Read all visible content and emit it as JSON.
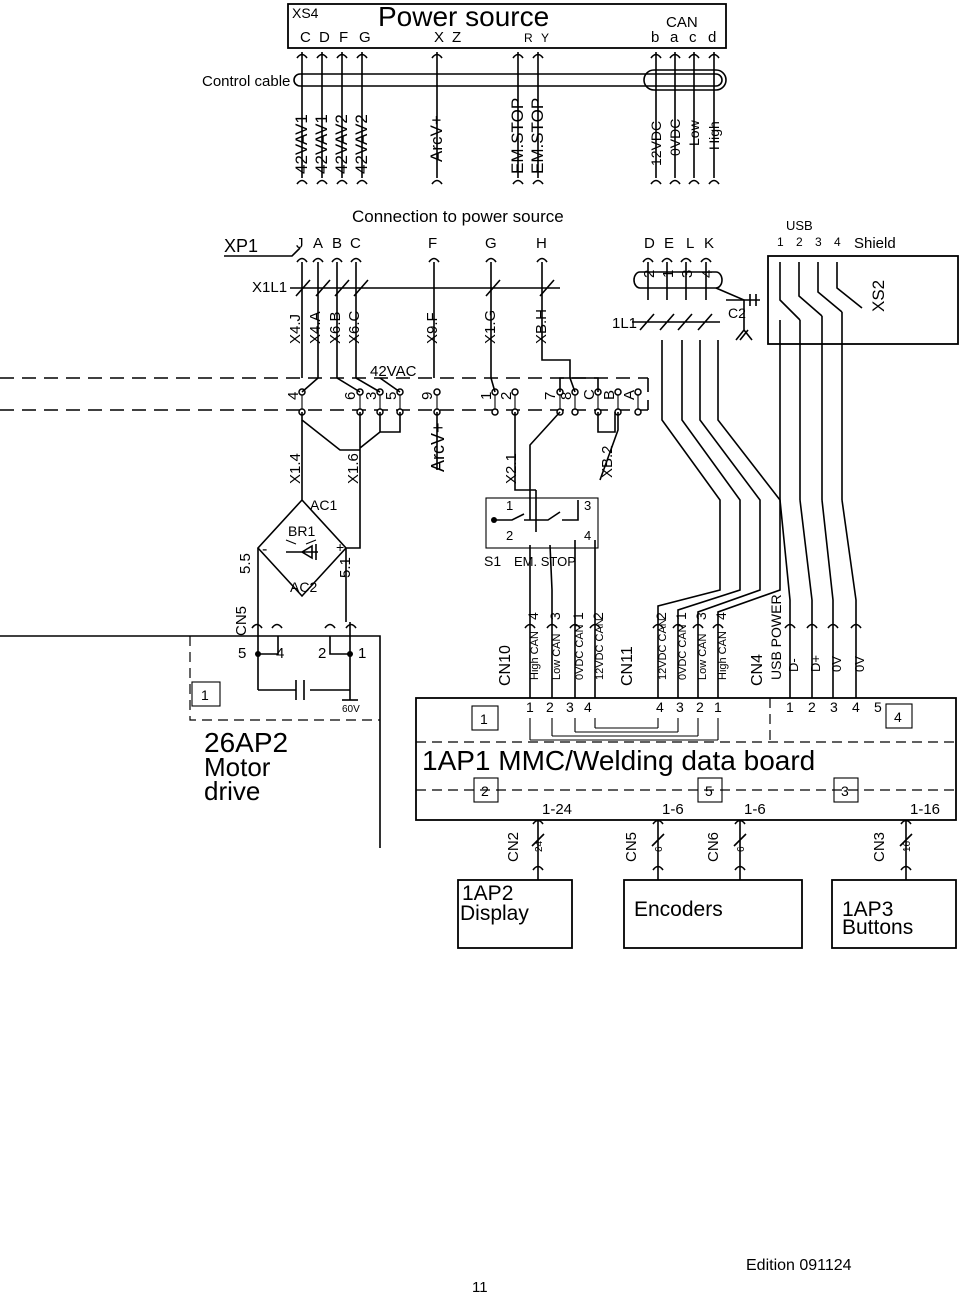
{
  "xs4": {
    "name": "XS4",
    "title": "Power source",
    "pins": [
      "C",
      "D",
      "F",
      "G",
      "X",
      "Z",
      "R",
      "Y"
    ],
    "can_label": "CAN",
    "can_pins": [
      "b",
      "a",
      "c",
      "d"
    ]
  },
  "control_cable": "Control cable",
  "cable_signals": [
    "42VAV1",
    "42VAV1",
    "42VAV2",
    "42VAV2",
    "ArcV+",
    "EM.STOP",
    "EM.STOP",
    "12VDC",
    "0VDC",
    "Low",
    "High"
  ],
  "xp1": {
    "name": "XP1",
    "title": "Connection to power source",
    "pins": [
      "J",
      "A",
      "B",
      "C",
      "F",
      "G",
      "H",
      "D",
      "E",
      "L",
      "K"
    ]
  },
  "usb": {
    "label": "USB",
    "pins": [
      "1",
      "2",
      "3",
      "4"
    ],
    "shield": "Shield",
    "connector": "XS2"
  },
  "x1l1": "X1L1",
  "one_l1": "1L1",
  "c2": "C2",
  "quad_pins": [
    "2",
    "1",
    "3",
    "4"
  ],
  "wire_tags_top": [
    "X4.J",
    "X4.A",
    "X6.B",
    "X6.C",
    "X9.F",
    "X1.G",
    "XB.H"
  ],
  "vac_label": "42VAC",
  "term_numbers": [
    "4",
    "6",
    "3",
    "5",
    "9",
    "1",
    "2",
    "7",
    "8",
    "C",
    "B",
    "A"
  ],
  "wire_tags_mid": [
    "X1.4",
    "X1.6",
    "ArcV+",
    "X2.1",
    "XB.2"
  ],
  "bridge": {
    "name": "BR1",
    "ac1": "AC1",
    "ac2": "AC2",
    "minus": "-",
    "plus": "+",
    "left_tag": "5.5",
    "right_tag": "5.1"
  },
  "switch": {
    "name": "S1",
    "label": "EM. STOP",
    "pins": [
      "1",
      "2",
      "3",
      "4"
    ]
  },
  "cn5_left": {
    "name": "CN5",
    "pins": [
      "5",
      "4",
      "2",
      "1"
    ],
    "ground": "60V"
  },
  "motor_drive": {
    "section": "1",
    "name_line1": "26AP2",
    "name_line2": "Motor",
    "name_line3": "drive"
  },
  "cn10": {
    "name": "CN10",
    "signals": [
      "High CAN",
      "Low CAN",
      "0VDC CAN",
      "12VDC CAN"
    ],
    "sig_pins": [
      "4",
      "3",
      "1",
      "2"
    ],
    "board_pins": [
      "1",
      "2",
      "3",
      "4"
    ]
  },
  "cn11": {
    "name": "CN11",
    "signals": [
      "12VDC CAN",
      "0VDC CAN",
      "Low CAN",
      "High CAN"
    ],
    "sig_pins": [
      "2",
      "1",
      "3",
      "4"
    ],
    "board_pins": [
      "4",
      "3",
      "2",
      "1"
    ]
  },
  "cn4": {
    "name": "CN4",
    "title": "USB POWER",
    "signals": [
      "D-",
      "D+",
      "0V",
      "0V"
    ],
    "board_pins": [
      "1",
      "2",
      "3",
      "4",
      "5"
    ]
  },
  "main_board": {
    "title": "1AP1 MMC/Welding data board",
    "sections": [
      "1",
      "4",
      "2",
      "5",
      "3"
    ]
  },
  "bottom_connectors": [
    {
      "name": "CN2",
      "range": "1-24",
      "count": "24"
    },
    {
      "name": "CN5",
      "range": "1-6",
      "count": "6"
    },
    {
      "name": "CN6",
      "range": "1-6",
      "count": "6"
    },
    {
      "name": "CN3",
      "range": "1-16",
      "count": "16"
    }
  ],
  "display": {
    "line1": "1AP2",
    "line2": "Display"
  },
  "encoders": "Encoders",
  "buttons": {
    "line1": "1AP3",
    "line2": "Buttons"
  },
  "footer": {
    "edition": "Edition 091124",
    "page": "11"
  }
}
